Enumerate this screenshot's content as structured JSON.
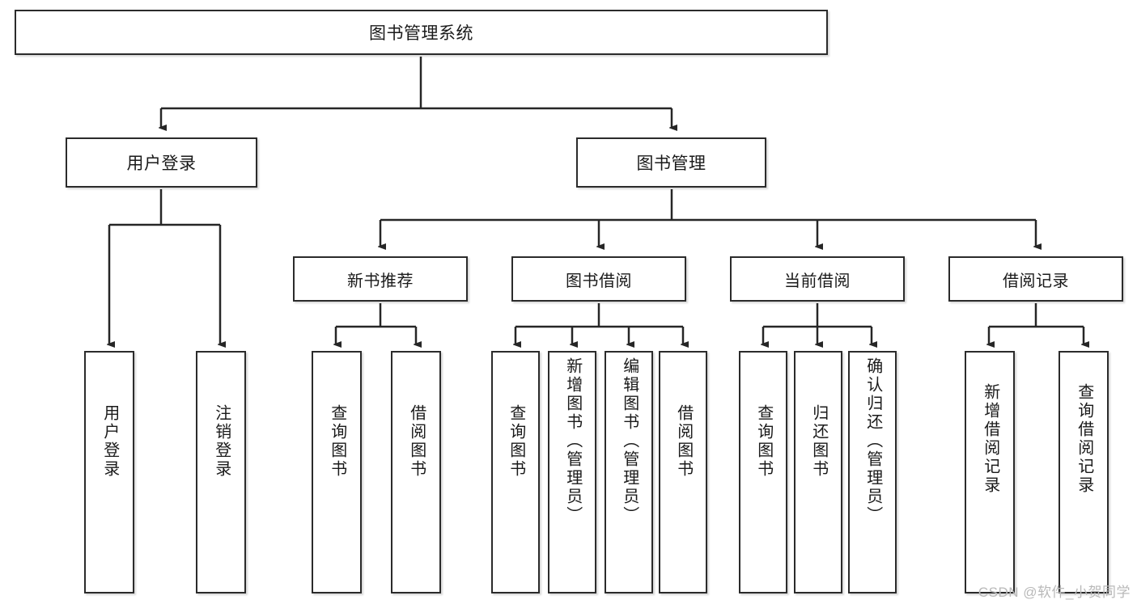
{
  "diagram": {
    "type": "tree-hierarchy",
    "title": "图书管理系统",
    "root": {
      "label": "图书管理系统"
    },
    "level2": [
      {
        "id": "user-login",
        "label": "用户登录"
      },
      {
        "id": "book-manage",
        "label": "图书管理"
      }
    ],
    "level3": [
      {
        "id": "new-book-recommend",
        "label": "新书推荐",
        "parent": "book-manage"
      },
      {
        "id": "book-borrow",
        "label": "图书借阅",
        "parent": "book-manage"
      },
      {
        "id": "current-borrow",
        "label": "当前借阅",
        "parent": "book-manage"
      },
      {
        "id": "borrow-record",
        "label": "借阅记录",
        "parent": "book-manage"
      }
    ],
    "leaves": [
      {
        "id": "leaf-user-login",
        "label": "用户登录",
        "parent": "user-login"
      },
      {
        "id": "leaf-user-logout",
        "label": "注销登录",
        "parent": "user-login"
      },
      {
        "id": "leaf-query-book-1",
        "label": "查询图书",
        "parent": "new-book-recommend"
      },
      {
        "id": "leaf-borrow-book-1",
        "label": "借阅图书",
        "parent": "new-book-recommend"
      },
      {
        "id": "leaf-query-book-2",
        "label": "查询图书",
        "parent": "book-borrow"
      },
      {
        "id": "leaf-add-book",
        "label": "新增图书（管理员）",
        "parent": "book-borrow"
      },
      {
        "id": "leaf-edit-book",
        "label": "编辑图书（管理员）",
        "parent": "book-borrow"
      },
      {
        "id": "leaf-borrow-book-2",
        "label": "借阅图书",
        "parent": "book-borrow"
      },
      {
        "id": "leaf-query-book-3",
        "label": "查询图书",
        "parent": "current-borrow"
      },
      {
        "id": "leaf-return-book",
        "label": "归还图书",
        "parent": "current-borrow"
      },
      {
        "id": "leaf-confirm-return",
        "label": "确认归还（管理员）",
        "parent": "current-borrow"
      },
      {
        "id": "leaf-add-record",
        "label": "新增借阅记录",
        "parent": "borrow-record"
      },
      {
        "id": "leaf-query-record",
        "label": "查询借阅记录",
        "parent": "borrow-record"
      }
    ],
    "colors": {
      "box_border": "#2b2b2b",
      "box_fill": "#ffffff",
      "connector": "#262626",
      "text": "#1a1a1a",
      "watermark": "#b9b9b9"
    }
  },
  "watermark": {
    "text": "CSDN @软件_小贺同学"
  }
}
